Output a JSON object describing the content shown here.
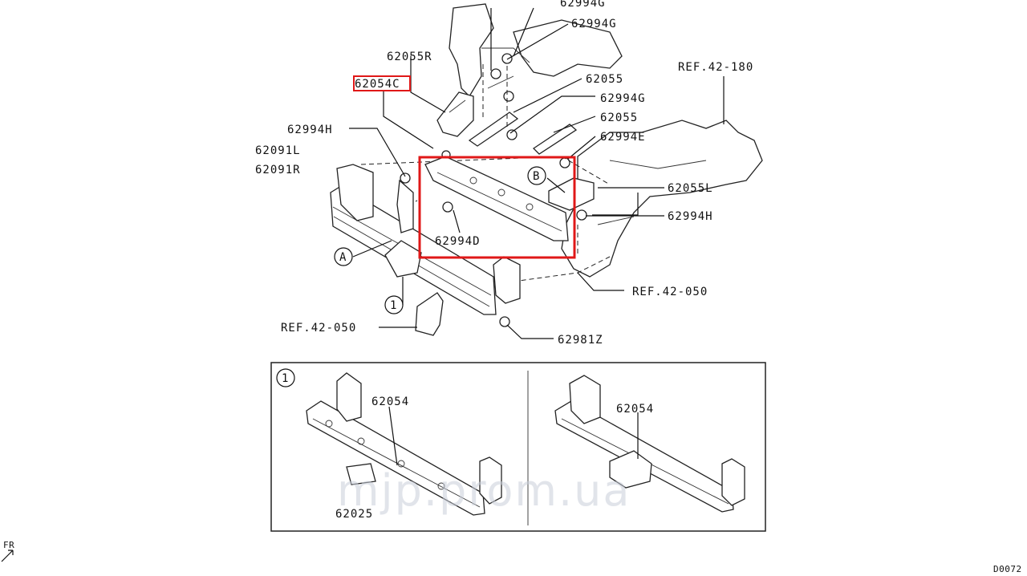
{
  "labels": {
    "l1": "62994G",
    "l2": "62994G",
    "l3": "62055R",
    "l4": "62055",
    "l5": "62054C",
    "l6": "62994G",
    "l7": "62055",
    "l8": "62994H",
    "l9": "62994E",
    "l10": "62091L",
    "l11": "62091R",
    "l12": "REF.42-180",
    "l13": "62055L",
    "l14": "62994H",
    "l15": "62994D",
    "l16": "REF.42-050",
    "l17": "REF.42-050",
    "l18": "62981Z"
  },
  "callouts": {
    "a": "A",
    "b": "B",
    "one": "1",
    "inset_one": "1"
  },
  "inset": {
    "left_part": "62054",
    "right_part": "62054",
    "small_part": "62025"
  },
  "watermark": "mjp.prom.ua",
  "footer": {
    "fr": "FR",
    "code": "D0072"
  },
  "colors": {
    "highlight": "#e01818"
  }
}
